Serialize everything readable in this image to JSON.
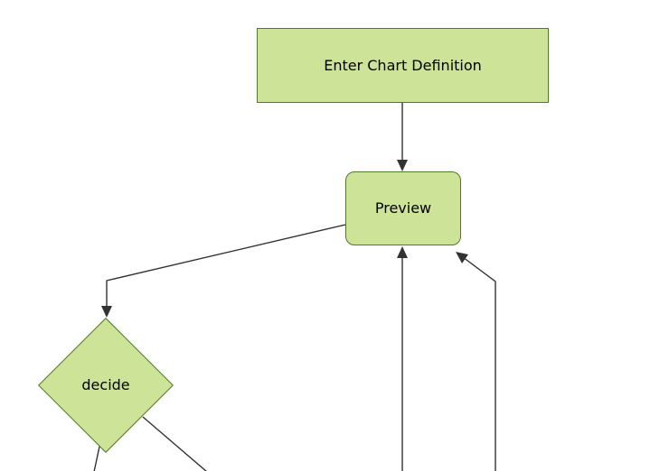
{
  "diagram": {
    "type": "flowchart",
    "direction": "top-down",
    "background": "#ffffff",
    "colors": {
      "node_fill": "#cde498",
      "node_border": "#4f7a28",
      "edge": "#333333",
      "label": "#000000"
    },
    "nodes": [
      {
        "id": "enter-chart-definition",
        "label": "Enter Chart Definition",
        "shape": "rectangle"
      },
      {
        "id": "preview",
        "label": "Preview",
        "shape": "rounded-rectangle"
      },
      {
        "id": "decide",
        "label": "decide",
        "shape": "diamond"
      }
    ],
    "edges": [
      {
        "from": "enter-chart-definition",
        "to": "preview",
        "arrowhead": true
      },
      {
        "from": "preview",
        "to": "decide",
        "arrowhead": true
      },
      {
        "from": "decide",
        "to": "offscreen-bottom-left",
        "arrowhead": false
      },
      {
        "from": "decide",
        "to": "offscreen-bottom-right",
        "arrowhead": false
      },
      {
        "from": "offscreen-bottom",
        "to": "preview",
        "arrowhead": true
      },
      {
        "from": "offscreen-bottom-right",
        "to": "preview",
        "arrowhead": true
      }
    ]
  }
}
